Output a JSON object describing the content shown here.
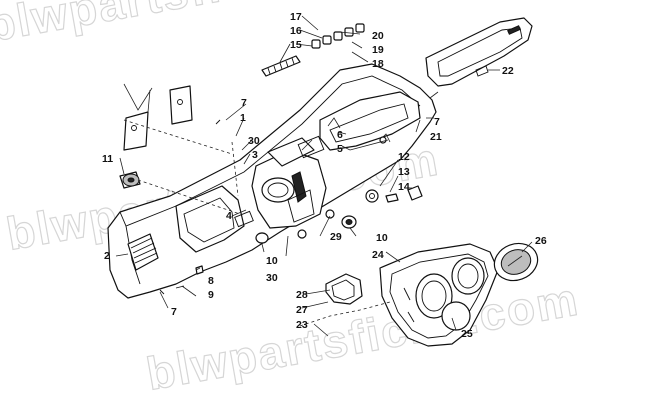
{
  "watermark": {
    "text": "blwpartsfiche.com"
  },
  "callouts": [
    {
      "id": "c1",
      "label": "1"
    },
    {
      "id": "c2",
      "label": "2"
    },
    {
      "id": "c3",
      "label": "3"
    },
    {
      "id": "c4",
      "label": "4"
    },
    {
      "id": "c5",
      "label": "5"
    },
    {
      "id": "c6",
      "label": "6"
    },
    {
      "id": "c7a",
      "label": "7"
    },
    {
      "id": "c7b",
      "label": "7"
    },
    {
      "id": "c7c",
      "label": "7"
    },
    {
      "id": "c8",
      "label": "8"
    },
    {
      "id": "c9",
      "label": "9"
    },
    {
      "id": "c10a",
      "label": "10"
    },
    {
      "id": "c10b",
      "label": "10"
    },
    {
      "id": "c11",
      "label": "11"
    },
    {
      "id": "c12",
      "label": "12"
    },
    {
      "id": "c13",
      "label": "13"
    },
    {
      "id": "c14",
      "label": "14"
    },
    {
      "id": "c15",
      "label": "15"
    },
    {
      "id": "c16",
      "label": "16"
    },
    {
      "id": "c17",
      "label": "17"
    },
    {
      "id": "c18",
      "label": "18"
    },
    {
      "id": "c19",
      "label": "19"
    },
    {
      "id": "c20",
      "label": "20"
    },
    {
      "id": "c21",
      "label": "21"
    },
    {
      "id": "c22",
      "label": "22"
    },
    {
      "id": "c23",
      "label": "23"
    },
    {
      "id": "c24",
      "label": "24"
    },
    {
      "id": "c25",
      "label": "25"
    },
    {
      "id": "c26",
      "label": "26"
    },
    {
      "id": "c27",
      "label": "27"
    },
    {
      "id": "c28",
      "label": "28"
    },
    {
      "id": "c29",
      "label": "29"
    },
    {
      "id": "c30a",
      "label": "30"
    },
    {
      "id": "c30b",
      "label": "30"
    }
  ]
}
